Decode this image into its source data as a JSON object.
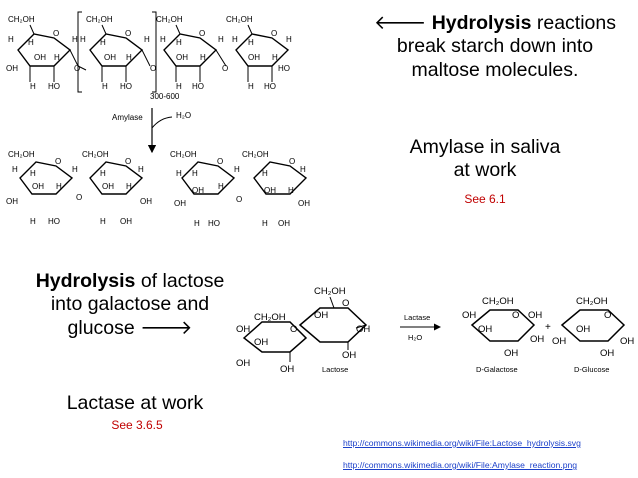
{
  "slide": {
    "right_top": {
      "arrow_glyph": "🡐",
      "line1_bold": "Hydrolysis",
      "line1_rest": " reactions",
      "line2": "break starch down into",
      "line3": "maltose molecules.",
      "line4": "Amylase in saliva",
      "line5": "at work",
      "ref": "See 6.1"
    },
    "left_bottom": {
      "line1_bold": "Hydrolysis",
      "line1_rest": " of lactose",
      "line2": "into galactose and",
      "line3": "glucose",
      "arrow_glyph": "🡒",
      "line4": "Lactase at work",
      "ref": "See 3.6.5"
    },
    "links": [
      "http://commons.wikimedia.org/wiki/File:Lactose_hydrolysis.svg",
      "http://commons.wikimedia.org/wiki/File:Amylase_reaction.png"
    ]
  },
  "diagram_labels": {
    "ch2oh": "CH₂OH",
    "o": "O",
    "h": "H",
    "oh": "OH",
    "ho": "HO",
    "repeat": "300-600",
    "amylase": "Amylase",
    "water": "H₂O",
    "lactose": "Lactose",
    "lactase": "Lactase",
    "galactose": "D-Galactose",
    "glucose": "D-Glucose",
    "plus": "+"
  },
  "colors": {
    "text": "#000000",
    "reference": "#c00000",
    "link": "#1a3fc9"
  }
}
